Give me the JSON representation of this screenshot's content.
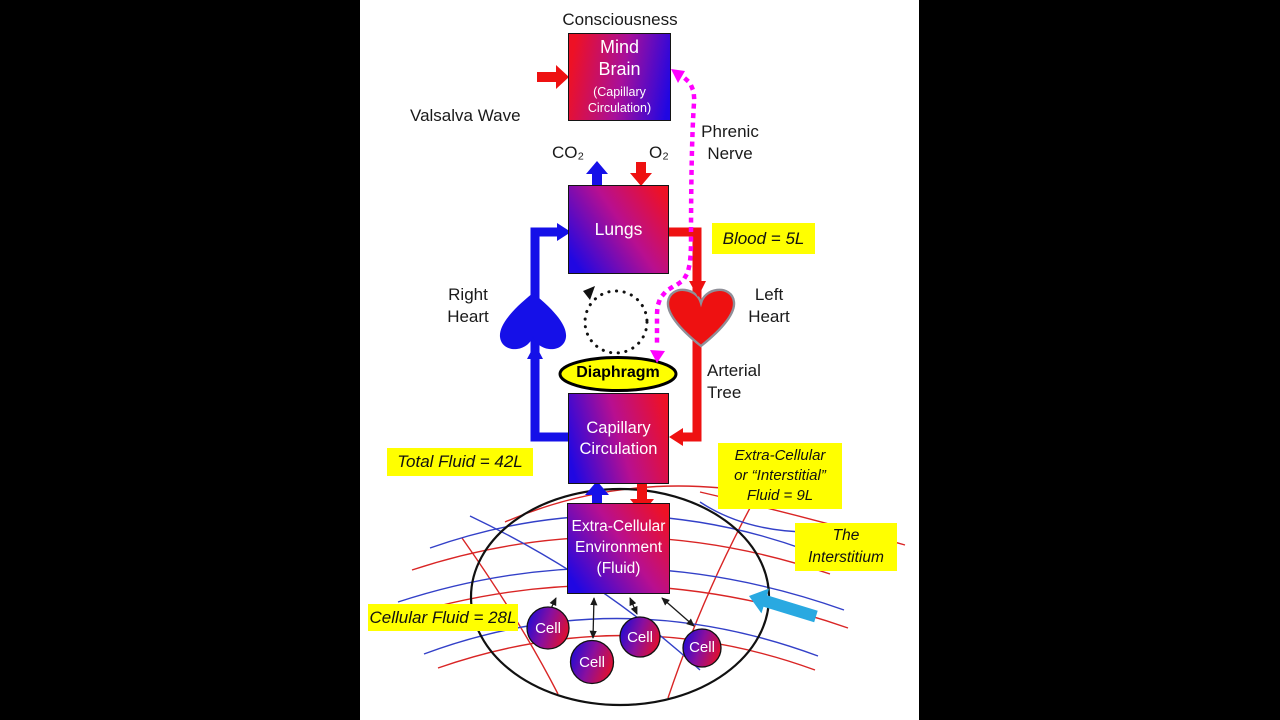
{
  "title": "Consciousness",
  "labels": {
    "consciousness": "Consciousness",
    "valsalva_wave": "Valsalva Wave",
    "phrenic_nerve": "Phrenic\nNerve",
    "co2": "CO₂",
    "o2": "O₂",
    "right_heart": "Right\nHeart",
    "left_heart": "Left\nHeart",
    "arterial_tree": "Arterial\nTree",
    "diaphragm": "Diaphragm"
  },
  "boxes": {
    "mind_brain_title": "Mind\nBrain",
    "mind_brain_sub": "(Capillary\nCirculation)",
    "lungs": "Lungs",
    "capillary": "Capillary\nCirculation",
    "extra_cellular_env": "Extra-Cellular\nEnvironment\n(Fluid)"
  },
  "callouts": {
    "blood": "Blood = 5L",
    "total_fluid": "Total Fluid = 42L",
    "interstitial_fluid": "Extra-Cellular\nor “Interstitial”\nFluid = 9L",
    "the_interstitium": "The\nInterstitium",
    "cellular_fluid": "Cellular Fluid = 28L"
  },
  "cells": [
    {
      "label": "Cell"
    },
    {
      "label": "Cell"
    },
    {
      "label": "Cell"
    },
    {
      "label": "Cell"
    }
  ],
  "colors": {
    "red": "#ee1111",
    "blue": "#1510e8",
    "magenta": "#ff00ff",
    "yellow": "#ffff00",
    "cyan": "#29a9e1",
    "heart_outline": "#8f8f98"
  }
}
